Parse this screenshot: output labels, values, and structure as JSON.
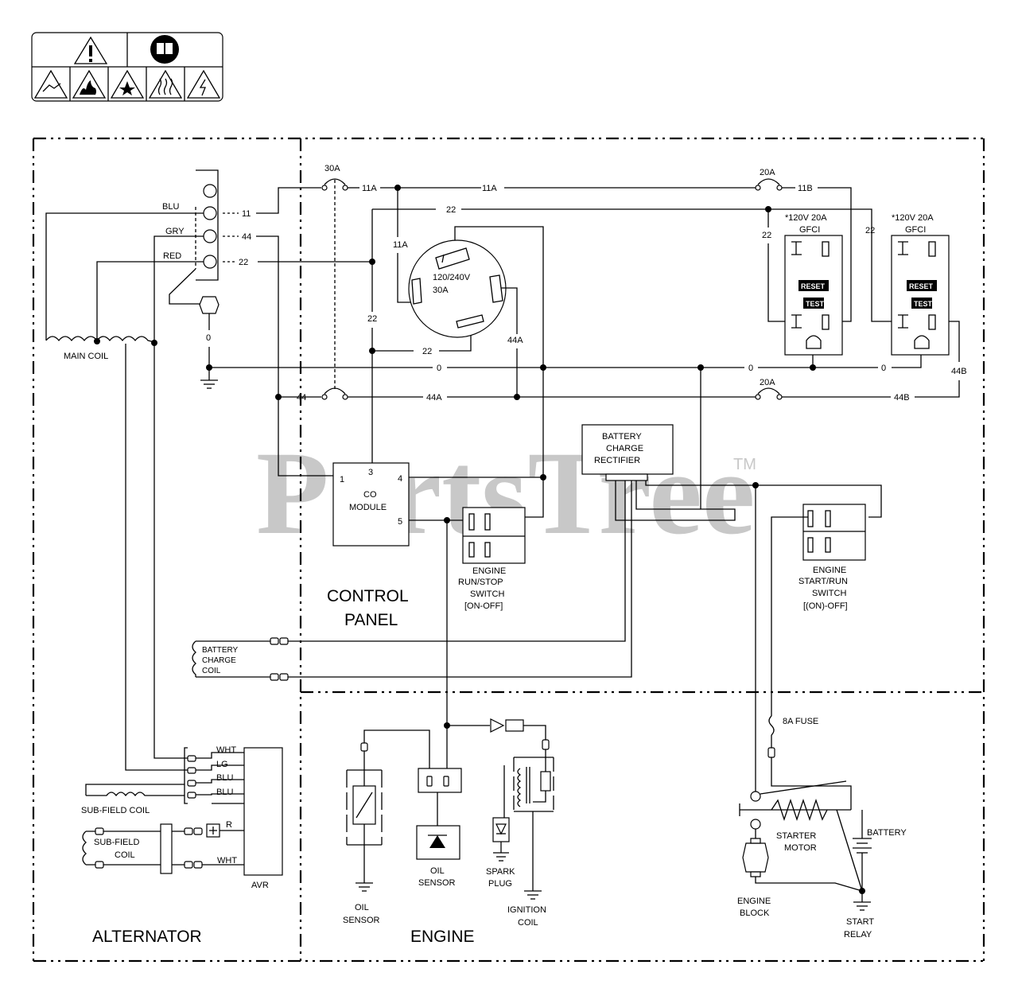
{
  "regions": {
    "alternator": "ALTERNATOR",
    "control_panel_line1": "CONTROL",
    "control_panel_line2": "PANEL",
    "engine": "ENGINE"
  },
  "wires": {
    "blu": "BLU",
    "gry": "GRY",
    "red": "RED",
    "w11": "11",
    "w44": "44",
    "w22": "22",
    "w0": "0",
    "w11a": "11A",
    "w11b": "11B",
    "w44a": "44A",
    "w44b": "44B"
  },
  "breakers": {
    "main": "30A",
    "gfci1": "20A",
    "gfci2": "20A"
  },
  "components": {
    "main_coil": "MAIN COIL",
    "receptacle_line1": "120/240V",
    "receptacle_line2": "30A",
    "gfci_line1": "*120V 20A",
    "gfci_line2": "GFCI",
    "reset": "RESET",
    "test": "TEST",
    "battery_rectifier": [
      "BATTERY",
      "CHARGE",
      "RECTIFIER"
    ],
    "co_module": [
      "CO",
      "MODULE"
    ],
    "co_pins": [
      "1",
      "3",
      "4",
      "5"
    ],
    "run_stop_switch": [
      "ENGINE",
      "RUN/STOP",
      "SWITCH",
      "[ON-OFF]"
    ],
    "start_run_switch": [
      "ENGINE",
      "START/RUN",
      "SWITCH",
      "[(ON)-OFF]"
    ],
    "battery_charge_coil": [
      "BATTERY",
      "CHARGE",
      "COIL"
    ],
    "avr_wires": [
      "WHT",
      "LG",
      "BLU",
      "BLU"
    ],
    "sub_field_coil_top": "SUB-FIELD COIL",
    "sub_field_coil_lower": [
      "SUB-FIELD",
      "COIL"
    ],
    "avr_r": "R",
    "avr_wht": "WHT",
    "avr": "AVR",
    "oil_sensor_1": [
      "OIL",
      "SENSOR"
    ],
    "oil_sensor_2": [
      "OIL",
      "SENSOR"
    ],
    "spark_plug": [
      "SPARK",
      "PLUG"
    ],
    "ignition_coil": [
      "IGNITION",
      "COIL"
    ],
    "fuse": "8A FUSE",
    "starter_motor": [
      "STARTER",
      "MOTOR"
    ],
    "battery": "BATTERY",
    "engine_block": [
      "ENGINE",
      "BLOCK"
    ],
    "start_relay": [
      "START",
      "RELAY"
    ]
  },
  "watermark": {
    "text": "PartsTree",
    "tm": "TM"
  }
}
